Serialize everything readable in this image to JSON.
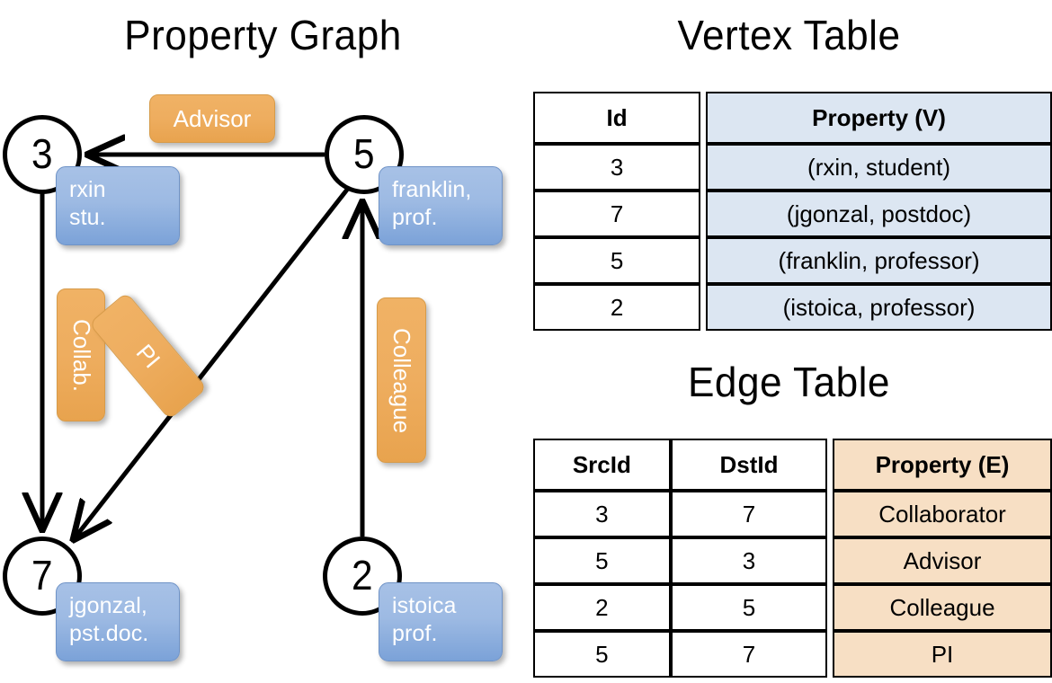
{
  "titles": {
    "property_graph": "Property Graph",
    "vertex_table": "Vertex Table",
    "edge_table": "Edge Table"
  },
  "colors": {
    "vertex_property_fill": "#dce6f2",
    "edge_property_fill": "#f7dfc4",
    "node_property_box": "#9dbae3",
    "edge_label_box": "#eead5f",
    "stroke": "#000000"
  },
  "graph": {
    "nodes": [
      {
        "id": "3",
        "property_text": "rxin\nstu."
      },
      {
        "id": "5",
        "property_text": "franklin,\nprof."
      },
      {
        "id": "7",
        "property_text": "jgonzal,\npst.doc."
      },
      {
        "id": "2",
        "property_text": "istoica\nprof."
      }
    ],
    "edge_labels": [
      {
        "name": "advisor",
        "text": "Advisor",
        "orientation": "horizontal"
      },
      {
        "name": "collab",
        "text": "Collab.",
        "orientation": "vertical"
      },
      {
        "name": "pi",
        "text": "PI",
        "orientation": "diagonal"
      },
      {
        "name": "colleague",
        "text": "Colleague",
        "orientation": "vertical"
      }
    ],
    "edges": [
      {
        "from": "5",
        "to": "3"
      },
      {
        "from": "3",
        "to": "7"
      },
      {
        "from": "5",
        "to": "7"
      },
      {
        "from": "2",
        "to": "5"
      }
    ]
  },
  "vertex_table": {
    "headers": [
      "Id",
      "Property (V)"
    ],
    "rows": [
      {
        "id": "3",
        "property": "(rxin, student)"
      },
      {
        "id": "7",
        "property": "(jgonzal, postdoc)"
      },
      {
        "id": "5",
        "property": "(franklin, professor)"
      },
      {
        "id": "2",
        "property": "(istoica, professor)"
      }
    ]
  },
  "edge_table": {
    "headers": [
      "SrcId",
      "DstId",
      "Property (E)"
    ],
    "rows": [
      {
        "src": "3",
        "dst": "7",
        "property": "Collaborator"
      },
      {
        "src": "5",
        "dst": "3",
        "property": "Advisor"
      },
      {
        "src": "2",
        "dst": "5",
        "property": "Colleague"
      },
      {
        "src": "5",
        "dst": "7",
        "property": "PI"
      }
    ]
  }
}
